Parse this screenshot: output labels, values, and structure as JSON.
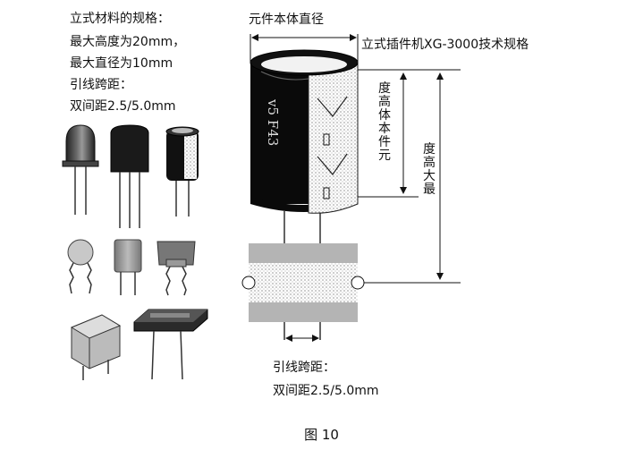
{
  "left_spec": {
    "lines": [
      "立式材料的规格：",
      "最大高度为20mm，",
      "最大直径为10mm",
      "引线跨距：",
      "双间距2.5/5.0mm"
    ]
  },
  "top_label": "元件本体直径",
  "right_title": "立式插件机XG-3000技术规格",
  "body_height_label": "度高体本件元",
  "max_height_label": "度高大最",
  "bottom_spec": {
    "lines": [
      "引线跨距：",
      "双间距2.5/5.0mm"
    ]
  },
  "caption": "图 10",
  "capacitor_marking": "v5 F43"
}
